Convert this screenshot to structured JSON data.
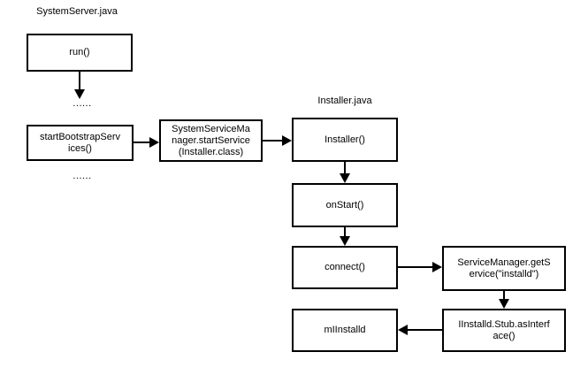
{
  "diagram": {
    "file_labels": {
      "system_server": "SystemServer.java",
      "installer": "Installer.java"
    },
    "nodes": {
      "run": {
        "label": "run()"
      },
      "start_bootstrap_services": {
        "label": "startBootstrapServ\nices()"
      },
      "system_service_manager_start_service": {
        "label": "SystemServiceMa\nnager.startService\n(Installer.class)"
      },
      "installer_constructor": {
        "label": "Installer()"
      },
      "on_start": {
        "label": "onStart()"
      },
      "connect": {
        "label": "connect()"
      },
      "service_manager_get_service": {
        "label": "ServiceManager.getS\nervice(\"installd\")"
      },
      "iinstalld_stub_as_interface": {
        "label": "IInstalld.Stub.asInterf\nace()"
      },
      "m_iinstalld": {
        "label": "mIInstalld"
      }
    },
    "ellipsis_top": "......",
    "ellipsis_bottom": "......",
    "colors": {
      "line": "#000000",
      "text": "#000000",
      "background": "#ffffff"
    }
  }
}
